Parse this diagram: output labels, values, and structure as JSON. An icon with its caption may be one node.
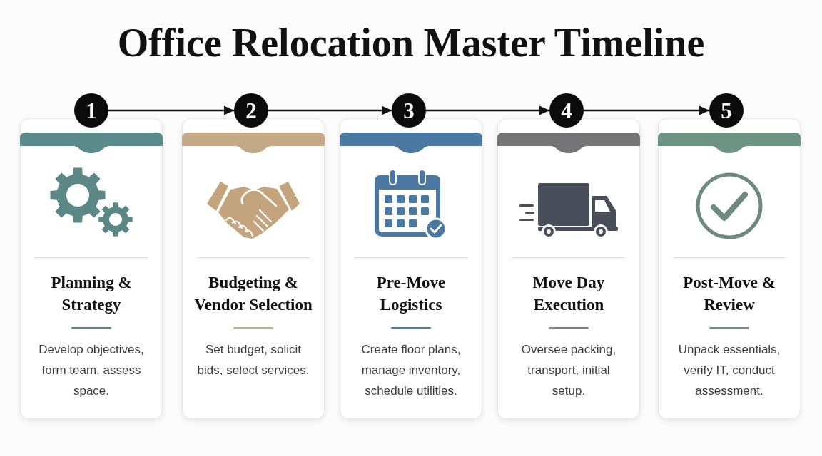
{
  "diagram": {
    "title": "Office Relocation Master Timeline",
    "nodes": [
      {
        "text": [
          "1"
        ]
      },
      {
        "text": [
          "2"
        ]
      },
      {
        "text": [
          "3"
        ]
      },
      {
        "text": [
          "4"
        ]
      },
      {
        "text": [
          "5"
        ]
      },
      {
        "text": [
          "Planning & Strategy",
          "Develop objectives, form team, assess space."
        ]
      },
      {
        "text": [
          "Budgeting & Vendor Selection",
          "Set budget, solicit bids, select services."
        ]
      },
      {
        "text": [
          "Pre-Move Logistics",
          "Create floor plans, manage inventory, schedule utilities."
        ]
      },
      {
        "text": [
          "Move Day Execution",
          "Oversee packing, transport, initial setup."
        ]
      },
      {
        "text": [
          "Post-Move & Review",
          "Unpack essentials, verify IT, conduct assessment."
        ]
      }
    ],
    "edges": [
      {
        "from": 0,
        "to": 1,
        "arrow": "to"
      },
      {
        "from": 1,
        "to": 2,
        "arrow": "to"
      },
      {
        "from": 2,
        "to": 3,
        "arrow": "to"
      },
      {
        "from": 3,
        "to": 4,
        "arrow": "to"
      }
    ]
  }
}
